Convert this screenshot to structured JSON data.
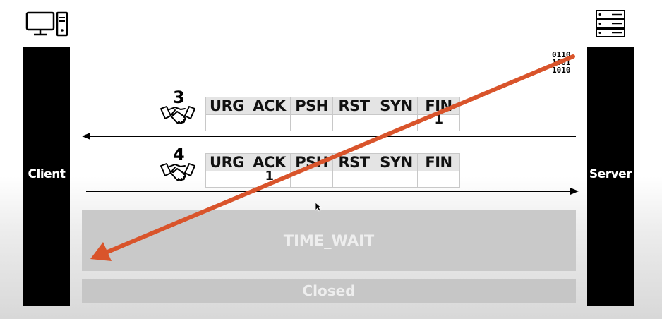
{
  "client": {
    "label": "Client"
  },
  "server": {
    "label": "Server"
  },
  "data_bits": [
    "0110",
    "1001",
    "1010"
  ],
  "flag_headers": [
    "URG",
    "ACK",
    "PSH",
    "RST",
    "SYN",
    "FIN"
  ],
  "messages": [
    {
      "step": "3",
      "direction": "server-to-client",
      "values": [
        "",
        "",
        "",
        "",
        "",
        "1"
      ]
    },
    {
      "step": "4",
      "direction": "client-to-server",
      "values": [
        "",
        "1",
        "",
        "",
        "",
        ""
      ]
    }
  ],
  "phases": {
    "time_wait": "TIME_WAIT",
    "closed": "Closed"
  },
  "icons": {
    "client": "desktop-computer-icon",
    "server": "server-rack-icon",
    "handshake": "handshake-icon"
  },
  "colors": {
    "overlay_arrow": "#d9542b"
  }
}
